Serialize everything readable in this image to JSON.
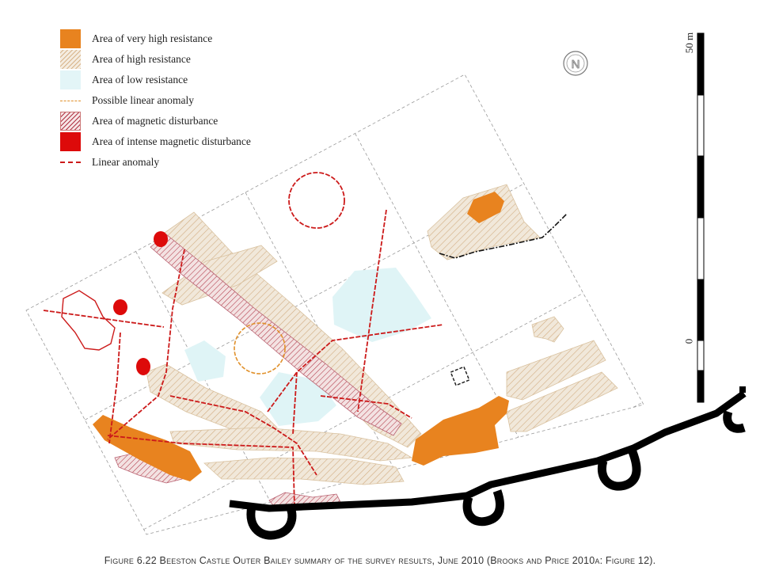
{
  "legend": {
    "items": [
      {
        "label": "Area of very high resistance",
        "kind": "fill",
        "color": "#e8831f"
      },
      {
        "label": "Area of high resistance",
        "kind": "hatch-tan",
        "color": "#d9b48a"
      },
      {
        "label": "Area of low resistance",
        "kind": "fill",
        "color": "#dff4f6"
      },
      {
        "label": "Possible linear anomaly",
        "kind": "line",
        "color": "#e0902a"
      },
      {
        "label": "Area of magnetic disturbance",
        "kind": "hatch-red",
        "color": "#b03040"
      },
      {
        "label": "Area of intense magnetic disturbance",
        "kind": "fill",
        "color": "#dd0a0a"
      },
      {
        "label": "Linear anomaly",
        "kind": "line",
        "color": "#cc1a1a"
      }
    ]
  },
  "scale": {
    "top_label": "50 m",
    "zero_label": "0"
  },
  "north_arrow": {
    "label": "N"
  },
  "caption": "Figure 6.22 Beeston Castle Outer Bailey summary of the survey results, June 2010 (Brooks and Price 2010a: Figure 12)."
}
